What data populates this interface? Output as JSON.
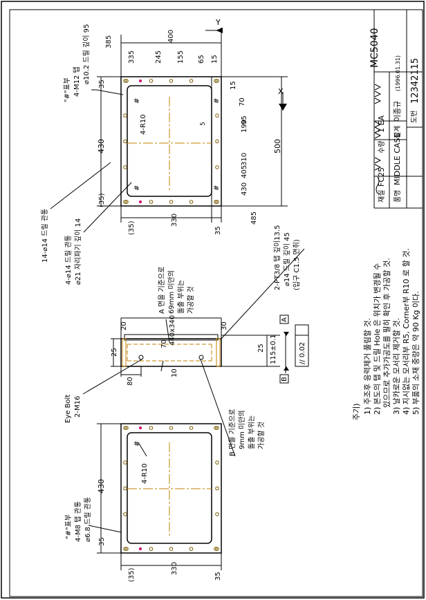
{
  "title_block": {
    "material_label": "재질",
    "material": "FC25",
    "qty_label": "수량",
    "qty": "1 EA",
    "name_label": "품명",
    "name": "MIDDLE CASE",
    "design_label": "설계",
    "designer": "이종규",
    "date": "(1996.01.31)",
    "drawing_no_label": "도번",
    "drawing_no": "12342115",
    "model": "MC5040"
  },
  "notes": {
    "heading": "주기)",
    "items": [
      "1) 주조후 응력제거 풀림할 것.",
      "2) 본도의 탭 및 드릴 Hole 은 위치가 변경될 수",
      "있으므로 추가가공도를 필히 확인 후 가공할 것.",
      "3) 날카로운 모서리 제거할 것.",
      "4) 지시없는 모서리부 R5, Corner부 R10 로 할 것.",
      "5) 부품의 소재 중량은 약 90 Kg 이다."
    ]
  },
  "top_view": {
    "dims_top": [
      "400",
      "385",
      "335",
      "245",
      "155",
      "65",
      "15"
    ],
    "dim_500": "500",
    "dims_right": [
      "15",
      "70",
      "95",
      "190",
      "310",
      "405",
      "430",
      "485"
    ],
    "left_430": "430",
    "left_35": "35",
    "left_35b": "(35)",
    "bottom_330": "330",
    "bottom_35a": "(35)",
    "bottom_35b": "35",
    "axis_y": "Y",
    "axis_x": "X",
    "dim_5": "5",
    "r10": "4-R10",
    "hash": "#",
    "note_tap_1": "\"#\"표부",
    "note_tap_2": "4-M12 탭",
    "note_tap_3": "⌀10.2 드릴 깊이 95",
    "note_drill14": "14-⌀14 드릴 관통",
    "note_cb_1": "4-⌀14 드릴 관통",
    "note_cb_2": "⌀21 자리파기 깊이 14"
  },
  "side_view": {
    "pt_1": "2-PT3/8 탭 깊이13.5",
    "pt_2": "⌀14 드릴 깊이 45",
    "pt_3": "(입구 C1.5 면취)",
    "face_a_1": "A 면을 기준으로",
    "face_a_2": "69mm 미만의",
    "face_a_3": "돌출 부위는",
    "face_a_4": "가공할 것",
    "face_b_1": "B 면을 기준으로",
    "face_b_2": "9mm 미만의",
    "face_b_3": "돌출 부위는",
    "face_b_4": "가공할 것",
    "eye_1": "Eye Bolt",
    "eye_2": "2-M16",
    "d_440x340": "440x340",
    "d_20": "20",
    "d_30": "30",
    "d_70": "70",
    "d_25a": "25",
    "d_25b": "25",
    "d_115": "115±0.1",
    "d_10": "10",
    "d_80": "80",
    "datum_a": "A",
    "datum_b": "B",
    "parallel": "// 0.02"
  },
  "bottom_view": {
    "note_1": "\"#\"표부",
    "note_2": "4-M8 탭 관통",
    "note_3": "⌀6.8 드릴 관통",
    "r10": "4-R10",
    "hash": "#",
    "d_430": "430",
    "d_35": "35",
    "d_35b": "(35)",
    "d_330": "330",
    "d_35c": "35"
  },
  "colors": {
    "line": "#000000",
    "hidden": "#c08000",
    "hole": "#7a5a00",
    "marker": "#d0006a"
  }
}
